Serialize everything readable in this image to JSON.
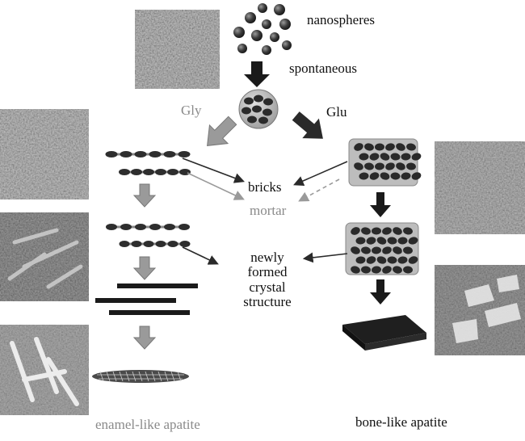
{
  "labels": {
    "nanospheres": "nanospheres",
    "spontaneous": "spontaneous",
    "gly": "Gly",
    "glu": "Glu",
    "bricks": "bricks",
    "mortar": "mortar",
    "newly_formed_crystal_structure": [
      "newly",
      "formed",
      "crystal",
      "structure"
    ],
    "enamel_like_apatite": "enamel-like apatite",
    "bone_like_apatite": "bone-like apatite"
  },
  "colors": {
    "ink": "#111111",
    "grey_label": "#8a8a8a",
    "sphere": "#333333",
    "panel": "#bdbdbd",
    "arrow_dark": "#2a2a2a",
    "arrow_light": "#9a9a9a"
  }
}
